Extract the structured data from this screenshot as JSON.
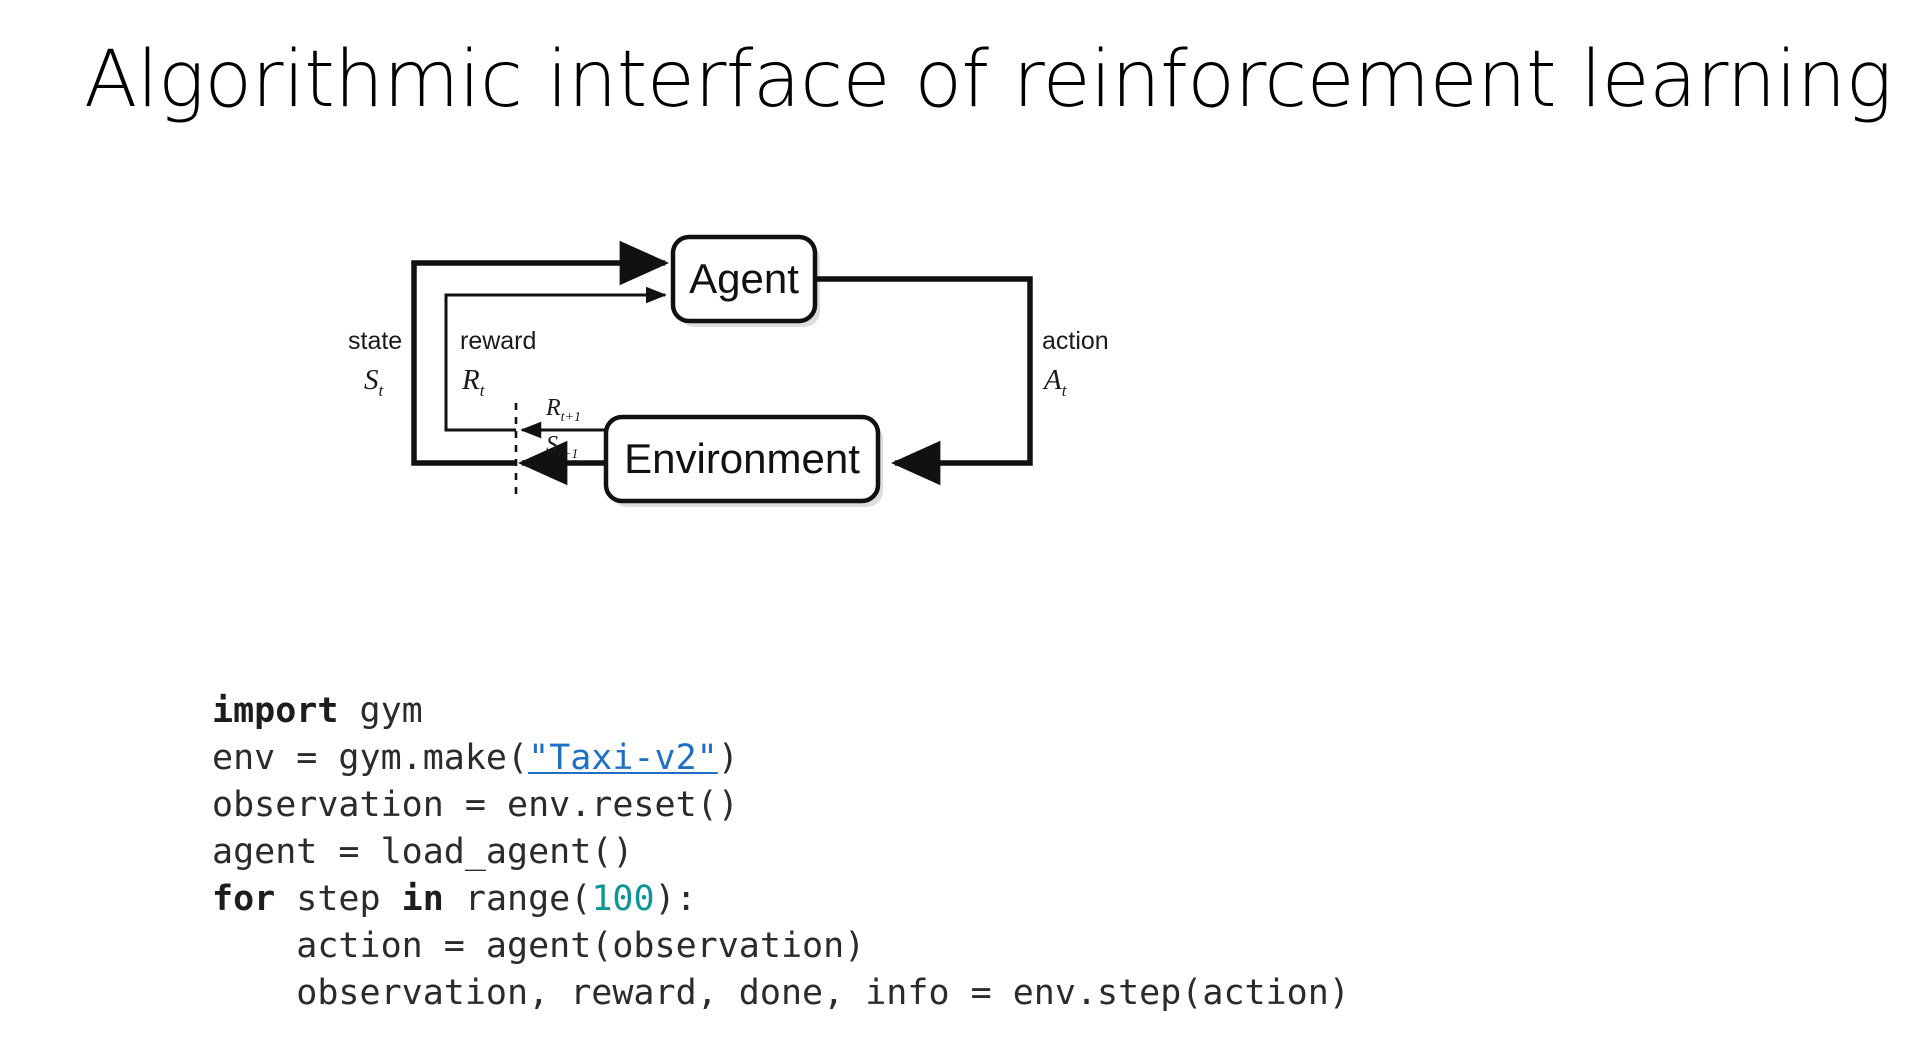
{
  "slide": {
    "title": "Algorithmic interface of reinforcement learning",
    "background_color": "#ffffff"
  },
  "diagram": {
    "name": "agent-environment-interaction-loop",
    "boxes": {
      "agent": "Agent",
      "environment": "Environment"
    },
    "labels": {
      "state_word": "state",
      "state_symbol": "S",
      "state_subscript": "t",
      "reward_word": "reward",
      "reward_symbol": "R",
      "reward_subscript": "t",
      "action_word": "action",
      "action_symbol": "A",
      "action_subscript": "t",
      "reward_next_symbol": "R",
      "reward_next_subscript": "t+1",
      "state_next_symbol": "S",
      "state_next_subscript": "t+1"
    },
    "colors": {
      "stroke": "#111111",
      "box_fill": "#ffffff",
      "shadow": "#9b9b9b"
    }
  },
  "code": {
    "language": "python",
    "accent_link_color": "#1F6FC7",
    "accent_number_color": "#0E9596",
    "lines": [
      {
        "id": "line-1",
        "tokens": [
          {
            "t": "import",
            "k": "kw"
          },
          {
            "t": " gym",
            "k": "plain"
          }
        ]
      },
      {
        "id": "line-2",
        "tokens": [
          {
            "t": "env = gym.make(",
            "k": "plain"
          },
          {
            "t": "\"Taxi-v2\"",
            "k": "link"
          },
          {
            "t": ")",
            "k": "plain"
          }
        ]
      },
      {
        "id": "line-3",
        "tokens": [
          {
            "t": "observation = env.reset()",
            "k": "plain"
          }
        ]
      },
      {
        "id": "line-4",
        "tokens": [
          {
            "t": "agent = load_agent()",
            "k": "plain"
          }
        ]
      },
      {
        "id": "line-5",
        "tokens": [
          {
            "t": "for",
            "k": "kw"
          },
          {
            "t": " step ",
            "k": "plain"
          },
          {
            "t": "in",
            "k": "kw"
          },
          {
            "t": " range(",
            "k": "plain"
          },
          {
            "t": "100",
            "k": "num"
          },
          {
            "t": "):",
            "k": "plain"
          }
        ]
      },
      {
        "id": "line-6",
        "tokens": [
          {
            "t": "    action = agent(observation)",
            "k": "plain"
          }
        ]
      },
      {
        "id": "line-7",
        "tokens": [
          {
            "t": "    observation, reward, done, info = env.step(action)",
            "k": "plain"
          }
        ]
      }
    ]
  }
}
